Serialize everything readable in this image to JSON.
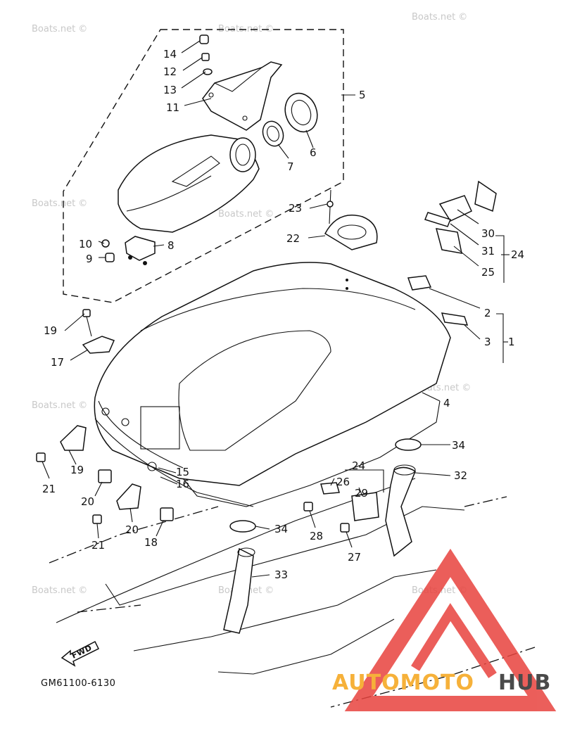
{
  "watermark": "Boats.net ©",
  "diagram_code": "GM61100-6130",
  "fwd_label": "FWD",
  "brand": {
    "text_orange": "AUTOMOTO",
    "text_dark": "HUB",
    "color_orange": "#f6b13a",
    "color_dark": "#4a4a4a",
    "color_red": "#e8433e"
  },
  "callouts": [
    "1",
    "2",
    "3",
    "4",
    "5",
    "6",
    "7",
    "8",
    "9",
    "10",
    "11",
    "12",
    "13",
    "14",
    "15",
    "16",
    "17",
    "18",
    "19",
    "19",
    "20",
    "20",
    "21",
    "21",
    "22",
    "23",
    "24",
    "24",
    "25",
    "26",
    "27",
    "28",
    "29",
    "30",
    "31",
    "32",
    "33",
    "34",
    "34"
  ]
}
